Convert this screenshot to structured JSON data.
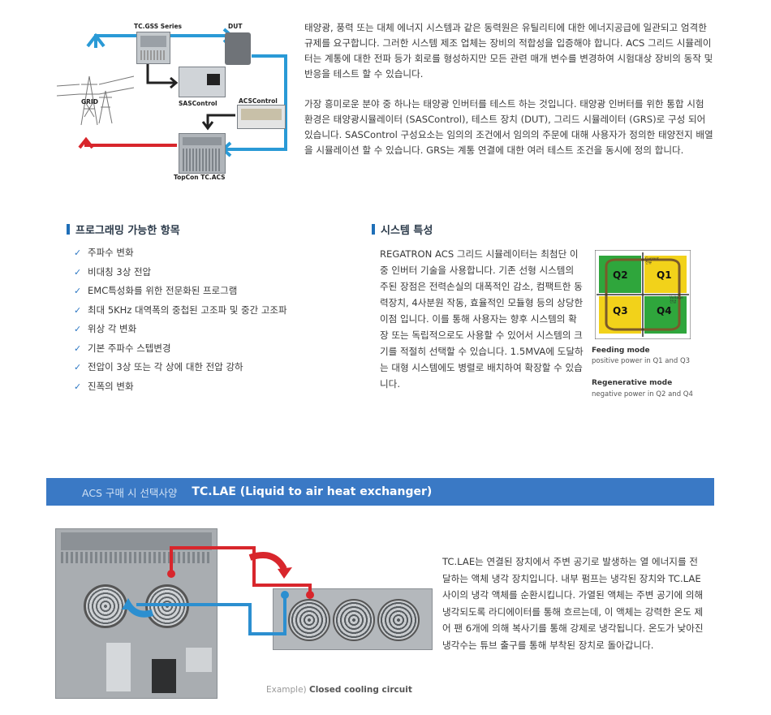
{
  "intro": {
    "paragraph1": "태양광, 풍력 또는 대체 에너지 시스템과 같은 동력원은 유틸리티에 대한 에너지공급에 일관되고 엄격한 규제를 요구합니다. 그러한 시스템 제조 업체는 장비의 적합성을 입증해야 합니다. ACS 그리드 시뮬레이터는 계통에 대한 전파 등가 회로를 형성하지만 모든 관련 매개 변수를 변경하여 시험대상 장비의 동작 및 반응을 테스트 할 수 있습니다.",
    "paragraph2": "가장 흥미로운 분야 중 하나는 태양광 인버터를 테스트 하는 것입니다. 태양광 인버터를 위한 통합 시험 환경은 태양광시뮬레이터 (SASControl), 테스트 장치 (DUT), 그리드 시뮬레이터 (GRS)로 구성 되어 있습니다. SASControl 구성요소는 임의의 조건에서 임의의 주문에 대해 사용자가 정의한 태양전지 배열을 시뮬레이션 할 수 있습니다. GRS는 계통 연결에 대한 여러 테스트 조건을 동시에 정의 합니다."
  },
  "diagram": {
    "tc_gss": "TC.GSS Series",
    "dut": "DUT",
    "grid": "GRID",
    "sascontrol": "SASControl",
    "acscontrol": "ACSControl",
    "topcon": "TopCon TC.ACS"
  },
  "programmable": {
    "title": "프로그래밍 가능한 항목",
    "items": [
      "주파수 변화",
      "비대칭 3상 전압",
      "EMC특성화를 위한 전문화된 프로그램",
      "최대 5KHz 대역폭의 중첩된 고조파 및 중간 고조파",
      "위상 각 변화",
      "기본 주파수 스텝변경",
      "전압이 3상 또는 각 상에 대한 전압 강하",
      "진폭의 변화"
    ]
  },
  "system": {
    "title": "시스템 특성",
    "text": "REGATRON ACS 그리드 시뮬레이터는 최첨단 이중 인버터 기술을 사용합니다. 기존 선형 시스템의 주된 장점은 전력손실의 대폭적인 감소, 컴팩트한 동력장치, 4사분원 작동, 효율적인 모듈형 등의 상당한 이점 입니다. 이를 통해 사용자는 향후 시스템의 확장 또는 독립적으로도 사용할 수 있어서 시스템의 크기를 적절히 선택할 수 있습니다. 1.5MVA에 도달하는 대형 시스템에도 병렬로 배치하여 확장할 수 있습니다.",
    "quadrants": [
      "Q2",
      "Q1",
      "Q3",
      "Q4"
    ],
    "current_label": "Current 전류",
    "voltage_label": "Voltage 전압",
    "feeding_title": "Feeding mode",
    "feeding_desc": "positive power in Q1 and Q3",
    "regen_title": "Regenerative mode",
    "regen_desc": "negative power in Q2 and Q4",
    "colors": {
      "green": "#2fa63c",
      "yellow": "#f2d21a",
      "border": "#7a5a2a"
    }
  },
  "option": {
    "banner_label": "ACS 구매 시 선택사양",
    "banner_title": "TC.LAE (Liquid to air heat exchanger)",
    "text": "TC.LAE는 연결된 장치에서 주변 공기로 발생하는 열 에너지를 전달하는 액체 냉각 장치입니다. 내부 펌프는 냉각된 장치와 TC.LAE 사이의 냉각 액체를 순환시킵니다. 가열된 액체는 주변 공기에 의해 냉각되도록 라디에이터를 통해 흐르는데, 이 액체는 강력한 온도 제어 팬 6개에 의해 복사기를 통해 강제로 냉각됩니다. 온도가 낮아진 냉각수는 튜브 출구를 통해 부착된 장치로 돌아갑니다.",
    "caption_prefix": "Example)",
    "caption_main": "Closed cooling circuit",
    "colors": {
      "banner": "#3a79c5",
      "hot": "#d8262c",
      "cold": "#2c8fd0"
    }
  }
}
